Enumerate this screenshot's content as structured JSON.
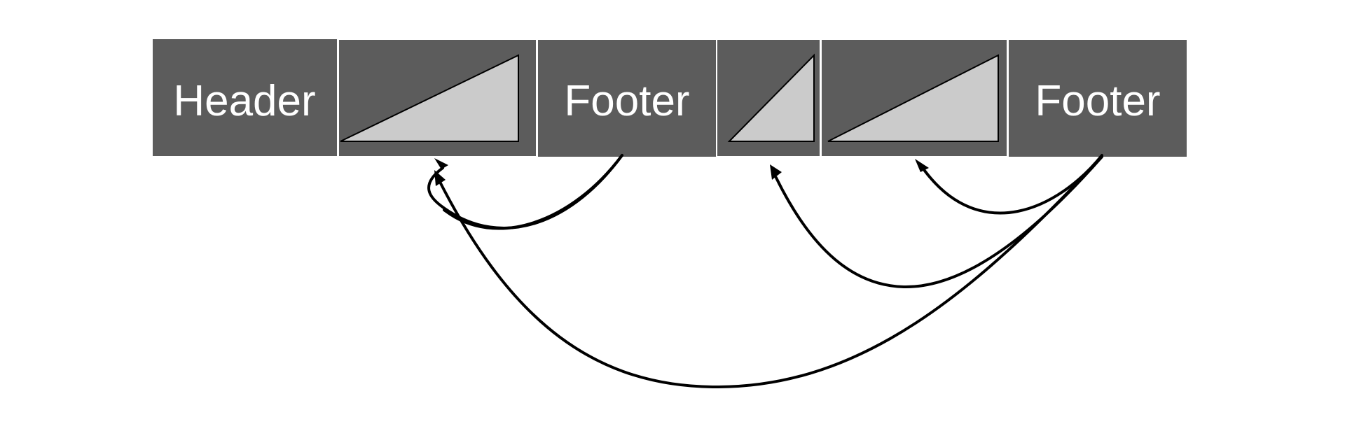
{
  "blocks": [
    {
      "id": "header",
      "kind": "label",
      "label": "Header"
    },
    {
      "id": "segment-1",
      "kind": "wedge"
    },
    {
      "id": "footer-1",
      "kind": "label",
      "label": "Footer"
    },
    {
      "id": "segment-2",
      "kind": "wedge"
    },
    {
      "id": "segment-3",
      "kind": "wedge"
    },
    {
      "id": "footer-2",
      "kind": "label",
      "label": "Footer"
    }
  ],
  "arrows": [
    {
      "from": "footer-1",
      "to": "segment-1"
    },
    {
      "from": "footer-2",
      "to": "segment-3"
    },
    {
      "from": "footer-2",
      "to": "segment-2"
    },
    {
      "from": "footer-2",
      "to": "segment-1"
    }
  ],
  "colors": {
    "block": "#5c5c5c",
    "wedge": "#cbcbcb",
    "label": "#ffffff",
    "arrow": "#000000"
  }
}
